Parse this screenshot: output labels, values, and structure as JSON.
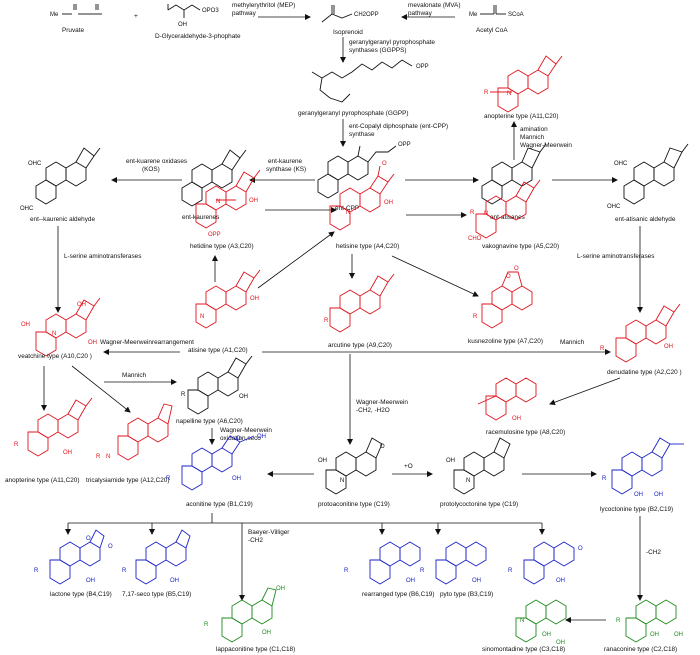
{
  "colors": {
    "black": "#111111",
    "red": "#e0141c",
    "blue": "#1a22c8",
    "green": "#1f8a1f"
  },
  "top": {
    "pruvate": "Pruvate",
    "gap": "D-Glyceraldehyde-3-phophate",
    "mep": "methylerythritol (MEP)",
    "mep2": "pathway",
    "isoprenoid": "Isoprenoid",
    "mva": "mevalonate (MVA)",
    "mva2": "pathway",
    "acetyl": "Acetyl CoA",
    "ggpps1": "geranylgeranyl pyrophosphate",
    "ggpps2": "synthases (GGPPS)",
    "ggpp": "geranylgeranyl pyrophosphate (GGPP)",
    "cps1": "ent-Copalyl diphosphate (ent-CPP)",
    "cps2": "synthase",
    "entcpp": "ent-CPP",
    "ks1": "ent-kaurene",
    "ks2": "synthase (KS)",
    "kos1": "ent-kuarene oxidases",
    "kos2": "(KOS)",
    "entkaurenes": "ent-kaurenes",
    "kaurenic": "ent--kaurenic aldehyde",
    "entatisanes": "ent-atisanes",
    "atisanic": "ent-atisanic aldehyde",
    "amination": "amination",
    "mannich": "Mannich",
    "wm": "Wagner-Meerwein",
    "serine_left": "L-serine aminotransferases",
    "serine_right": "L-serine aminotransferases"
  },
  "atoms": {
    "ch2opp": "CH2OPP",
    "opp": "OPP",
    "scoa": "SCoA",
    "oh": "OH",
    "ohc": "OHC",
    "opo3": "OPO3",
    "o": "O",
    "n": "N",
    "r": "R",
    "cho": "CHO",
    "h": "H",
    "me": "Me",
    "plus": "+"
  },
  "compounds": {
    "anopterine_top": "anopterine type (A11,C20)",
    "hetidine": "hetidine type (A3,C20)",
    "hetisine": "hetisine type (A4,C20)",
    "vakognavine": "vakognavine type (A5,C20)",
    "atisine": "atisine type (A1,C20)",
    "arcutine": "arcutine type (A9,C20)",
    "kusnezoline": "kusnezoline type (A7,C20)",
    "veatchine": "veatchine type (A10,C20 )",
    "denudatine": "denudatine type (A2,C20 )",
    "napelline": "napelline type (A6,C20)",
    "racemulosine": "racemulosine type (A8,C20)",
    "anopterine_bottom": "anopterine type (A11,C20)",
    "tricalysiamide": "tricalysiamide type (A12,C20)",
    "aconitine": "aconitine type (B1,C19)",
    "protoaconitine": "protoaconitine type (C19)",
    "protolycoctonine": "protolycoctonine type (C19)",
    "lycoctonine": "lycoctonine type (B2,C19)",
    "lactone": "lactone type (B4,C19)",
    "seco": "7,17-seco type (B5,C19)",
    "rearranged": "rearranged type (B6,C19)",
    "pyto": "pyto type (B3,C19)",
    "lappaconitine": "lappaconitine type (C1,C18)",
    "sinomontadine": "sinomontadine type (C3,C18)",
    "ranaconine": "ranaconine type (C2,C18)"
  },
  "arrow_labels": {
    "wm_rearr": "Wagner-Meerweinrearrangement",
    "mannich_mid": "Mannich",
    "mannich_left": "Mannich",
    "wm_ox1": "Wagner-Meerwein",
    "wm_ox2": "oxidation,seco",
    "wm_mid1": "Wagner-Meerwein",
    "wm_mid2": "-CH2, -H2O",
    "plus_o": "+O",
    "bv1": "Baeyer-Villiger",
    "bv2": "-CH2",
    "minus_ch2": "-CH2"
  }
}
